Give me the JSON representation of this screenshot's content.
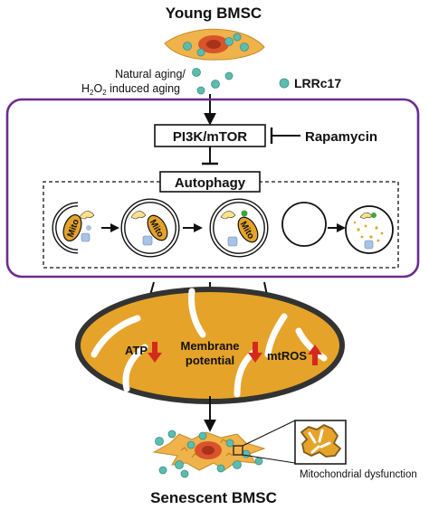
{
  "header": {
    "title": "Young BMSC"
  },
  "inducers": {
    "line1": "Natural aging/",
    "line2_prefix": "H",
    "line2_sub": "2",
    "line2_mid": "O",
    "line2_sub2": "2",
    "line2_suffix": " induced aging"
  },
  "legend": {
    "lrrc17_label": "LRRc17"
  },
  "pathway": {
    "pi3k_label": "PI3K/mTOR",
    "inhibitor_label": "Rapamycin",
    "autophagy_label": "Autophagy",
    "mito_label": "Mito"
  },
  "mitochondrion": {
    "atp_label": "ATP",
    "membrane_line1": "Membrane",
    "membrane_line2": "potential",
    "mtros_label": "mtROS"
  },
  "footer": {
    "dysfunction_label": "Mitochondrial dysfunction",
    "title": "Senescent BMSC"
  },
  "colors": {
    "frame_purple": "#6a2c91",
    "mito_orange": "#e5a32a",
    "dot_teal": "#5bbdb0",
    "arrow_red": "#d42a1e",
    "cell_orange": "#f0b24a",
    "nucleus_red": "#d9532b"
  }
}
